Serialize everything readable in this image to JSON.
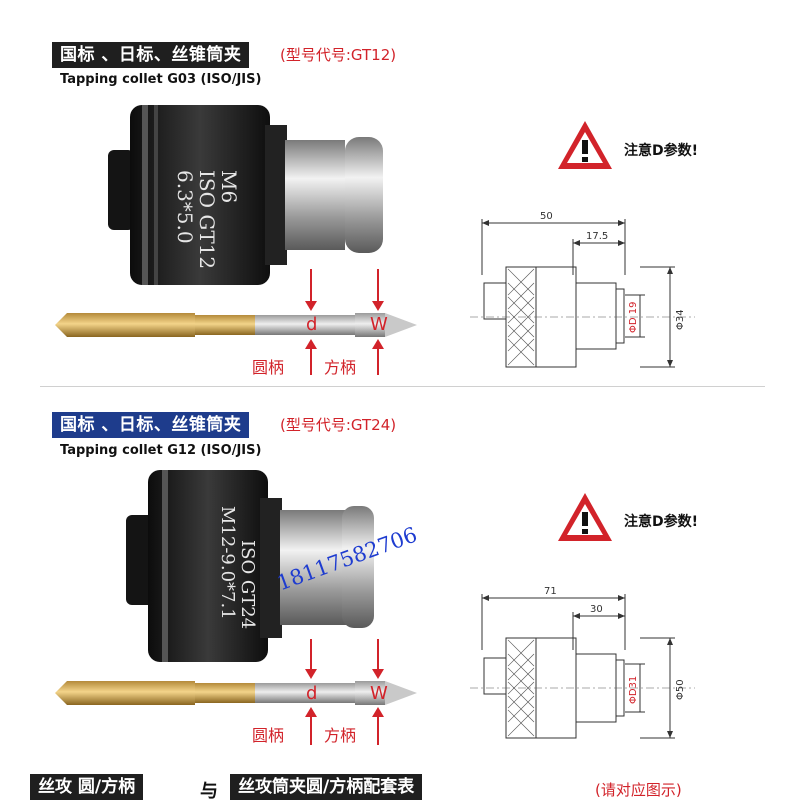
{
  "section1": {
    "title": "国标 、日标、丝锥筒夹",
    "model": "(型号代号:GT12)",
    "subtitle": "Tapping collet G03 (ISO/JIS)",
    "collet_engraving": [
      "M6",
      "ISO GT12",
      "6.3*5.0"
    ],
    "tap_label_d": "d",
    "tap_label_w": "W",
    "round_shank": "圆柄",
    "square_shank": "方柄",
    "warning": "注意D参数!",
    "dims": {
      "overall": "50",
      "partial": "17.5",
      "bore": "ΦD 19",
      "outer": "Φ34"
    }
  },
  "section2": {
    "title": "国标 、日标、丝锥筒夹",
    "model": "(型号代号:GT24)",
    "subtitle": "Tapping collet G12 (ISO/JIS)",
    "collet_engraving": [
      "M12-9.0*7.1",
      "ISO GT24"
    ],
    "watermark_phone": "18117582706",
    "tap_label_d": "d",
    "tap_label_w": "W",
    "round_shank": "圆柄",
    "square_shank": "方柄",
    "warning": "注意D参数!",
    "dims": {
      "overall": "71",
      "partial": "30",
      "bore": "ΦD31",
      "outer": "Φ50"
    }
  },
  "footer": {
    "left": "丝攻 圆/方柄",
    "mid": "与",
    "right": "丝攻筒夹圆/方柄配套表",
    "note": "(请对应图示)"
  },
  "colors": {
    "accent_red": "#d2232a",
    "title_black": "#1f1f1f",
    "title_blue": "#1e3c8c",
    "watermark_blue": "#1e3cd0"
  }
}
